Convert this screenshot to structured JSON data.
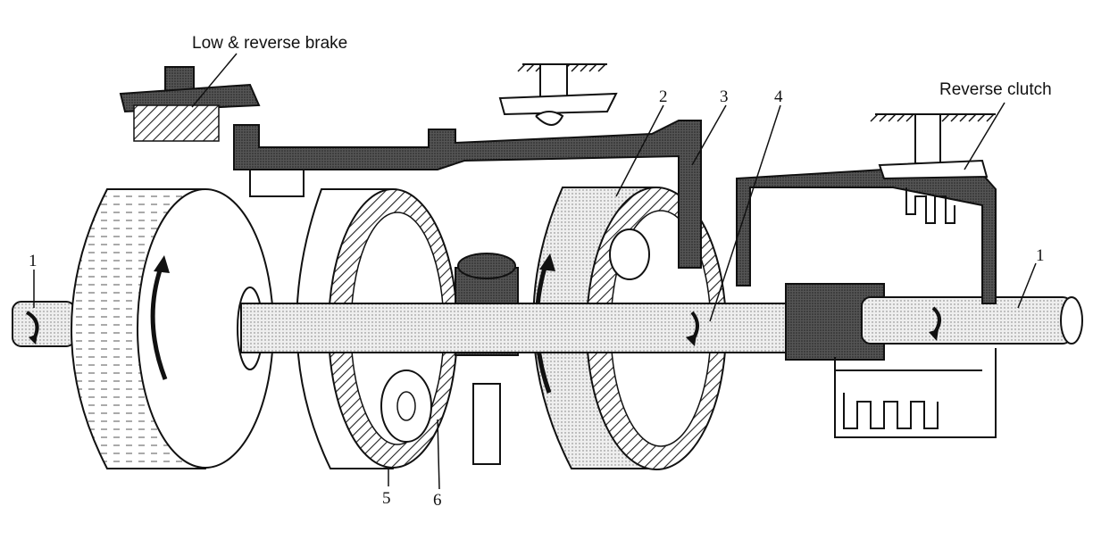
{
  "labels": {
    "low_reverse_brake": "Low & reverse brake",
    "reverse_clutch": "Reverse clutch",
    "n1_left": "1",
    "n1_right": "1",
    "n2": "2",
    "n3": "3",
    "n4": "4",
    "n5": "5",
    "n6": "6"
  }
}
